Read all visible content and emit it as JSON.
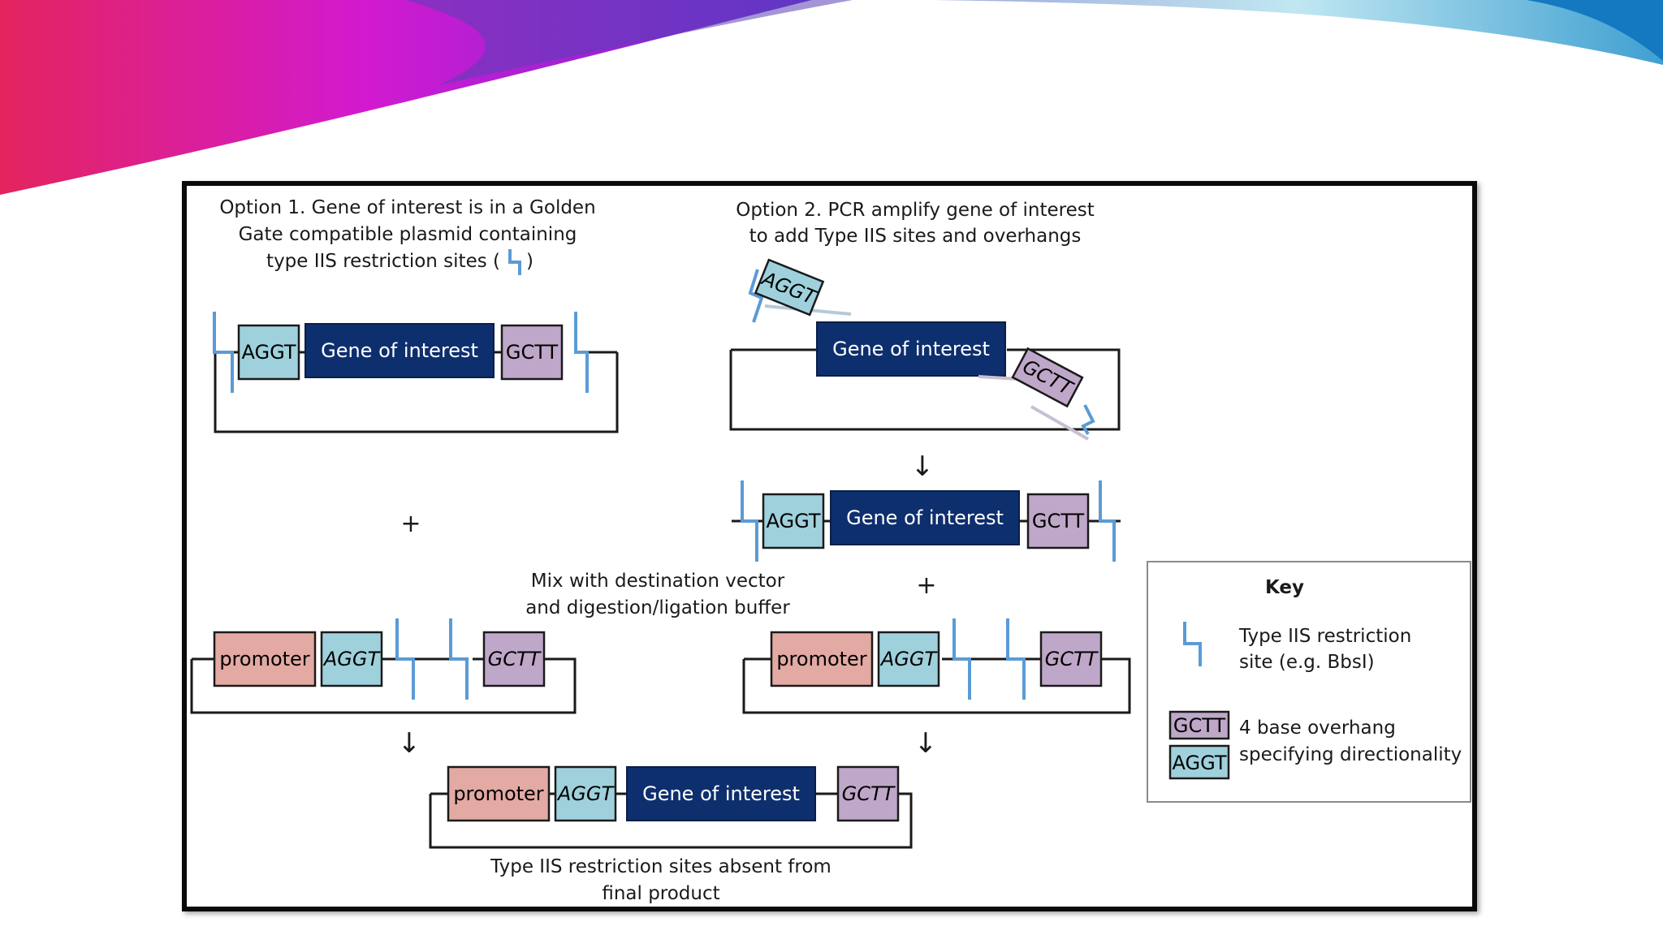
{
  "option1": {
    "caption_lines": [
      "Option 1. Gene of interest is in a Golden",
      "Gate compatible plasmid containing",
      "type IIS restriction sites (",
      ")"
    ]
  },
  "option2": {
    "caption_lines": [
      "Option 2. PCR amplify gene of interest",
      "to add Type IIS sites and overhangs"
    ]
  },
  "mix": {
    "caption_lines": [
      "Mix with destination vector",
      "and digestion/ligation buffer"
    ]
  },
  "final": {
    "caption_lines": [
      "Type IIS restriction sites absent from",
      "final product"
    ]
  },
  "labels": {
    "aggt": "AGGT",
    "gctt": "GCTT",
    "gene": "Gene of interest",
    "promoter": "promoter",
    "plus": "+",
    "arrow": "↓"
  },
  "key": {
    "title": "Key",
    "site_lines": [
      "Type IIS restriction",
      "site (e.g. BbsI)"
    ],
    "overhang_lines": [
      "4 base overhang",
      "specifying directionality"
    ]
  },
  "colors": {
    "aggt": "#9fd1dc",
    "gctt": "#bfa7c9",
    "gene": "#0e2f6e",
    "promoter": "#e3a9a3",
    "site": "#5b9bd5"
  }
}
